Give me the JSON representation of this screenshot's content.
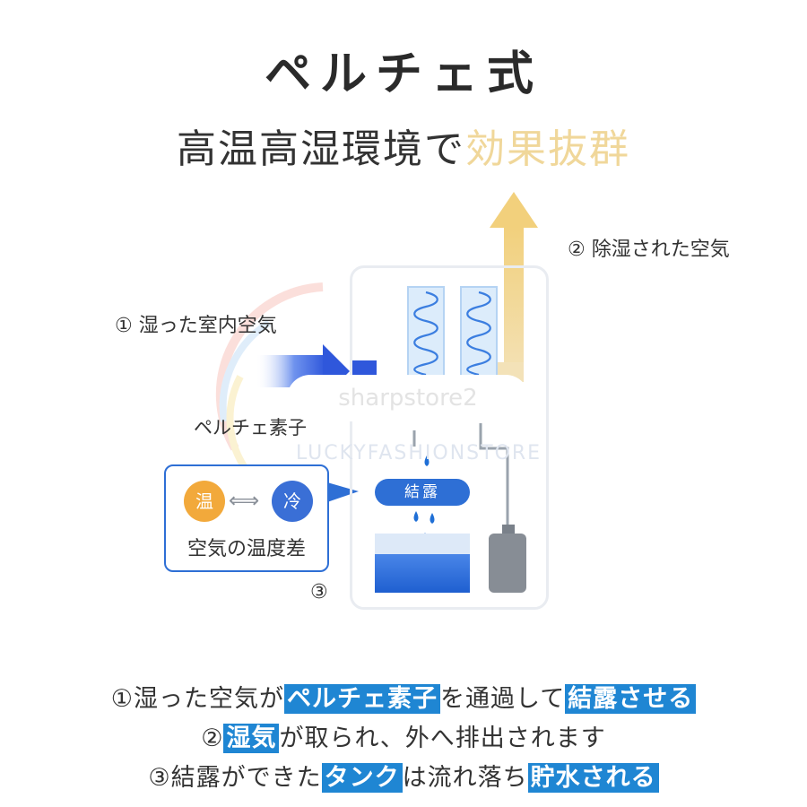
{
  "title": "ペルチェ式",
  "subtitle": {
    "part1": "高温高湿環境で",
    "part2": "効果抜群"
  },
  "labels": {
    "humid_air": "① 湿った室内空気",
    "dry_air": "② 除湿された空気",
    "peltier": "ペルチェ素子",
    "step3": "③"
  },
  "watermarks": {
    "store": "sharpstore2",
    "brand": "LUCKYFASHIONSTORE"
  },
  "device": {
    "condensation": "結露"
  },
  "temp_box": {
    "hot": "温",
    "cold": "冷",
    "caption": "空気の温度差"
  },
  "summary": {
    "line1": {
      "a": "①湿った空気が",
      "b": "ペルチェ素子",
      "c": "を通過して",
      "d": "結露させる"
    },
    "line2": {
      "a": "②",
      "b": "湿気",
      "c": "が取られ、外へ排出されます"
    },
    "line3": {
      "a": "③結露ができた",
      "b": "タンク",
      "c": "は流れ落ち",
      "d": "貯水される"
    }
  },
  "colors": {
    "accent_blue": "#2e6fd5",
    "highlight_blue": "#1f86d3",
    "gold": "#f0d79a",
    "hot_orange": "#f2a93b",
    "cold_blue": "#3a6fd6"
  }
}
